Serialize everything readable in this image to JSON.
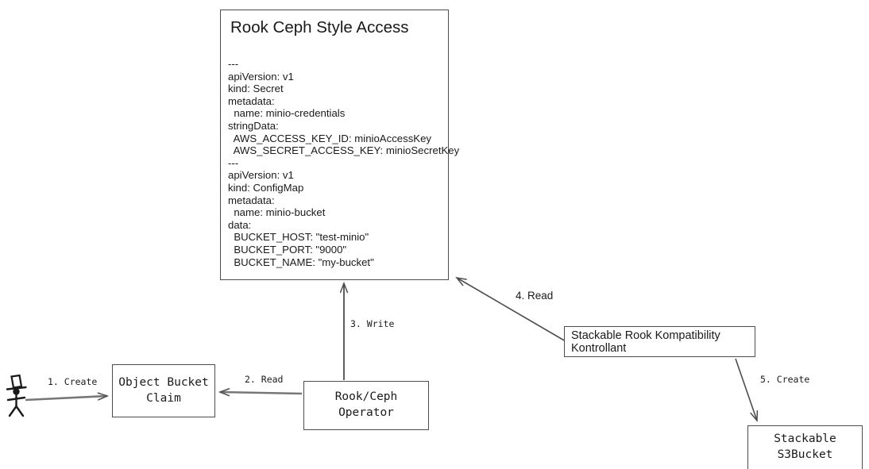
{
  "diagram": {
    "type": "flow-diagram",
    "title": "Rook Ceph Style Access flow",
    "background_color": "#ffffff",
    "stroke_color": "#4d4d4d"
  },
  "note": {
    "title": "Rook Ceph Style Access",
    "yaml": "---\napiVersion: v1\nkind: Secret\nmetadata:\n  name: minio-credentials\nstringData:\n  AWS_ACCESS_KEY_ID: minioAccessKey\n  AWS_SECRET_ACCESS_KEY: minioSecretKey\n---\napiVersion: v1\nkind: ConfigMap\nmetadata:\n  name: minio-bucket\ndata:\n  BUCKET_HOST: \"test-minio\"\n  BUCKET_PORT: \"9000\"\n  BUCKET_NAME: \"my-bucket\""
  },
  "nodes": {
    "actor": {
      "label": "",
      "icon": "stick-figure-with-top-hat-icon"
    },
    "object_bucket_claim": {
      "label": "Object Bucket\nClaim"
    },
    "rook_ceph_operator": {
      "label": "Rook/Ceph Operator"
    },
    "kontrollant": {
      "label": "Stackable Rook Kompatibility Kontrollant"
    },
    "s3bucket": {
      "label": "Stackable S3Bucket"
    }
  },
  "edges": [
    {
      "id": "e1",
      "label": "1. Create",
      "from": "actor",
      "to": "object_bucket_claim"
    },
    {
      "id": "e2",
      "label": "2. Read",
      "from": "rook_ceph_operator",
      "to": "object_bucket_claim"
    },
    {
      "id": "e3",
      "label": "3. Write",
      "from": "rook_ceph_operator",
      "to": "note"
    },
    {
      "id": "e4",
      "label": "4. Read",
      "from": "kontrollant",
      "to": "note"
    },
    {
      "id": "e5",
      "label": "5. Create",
      "from": "kontrollant",
      "to": "s3bucket"
    }
  ]
}
